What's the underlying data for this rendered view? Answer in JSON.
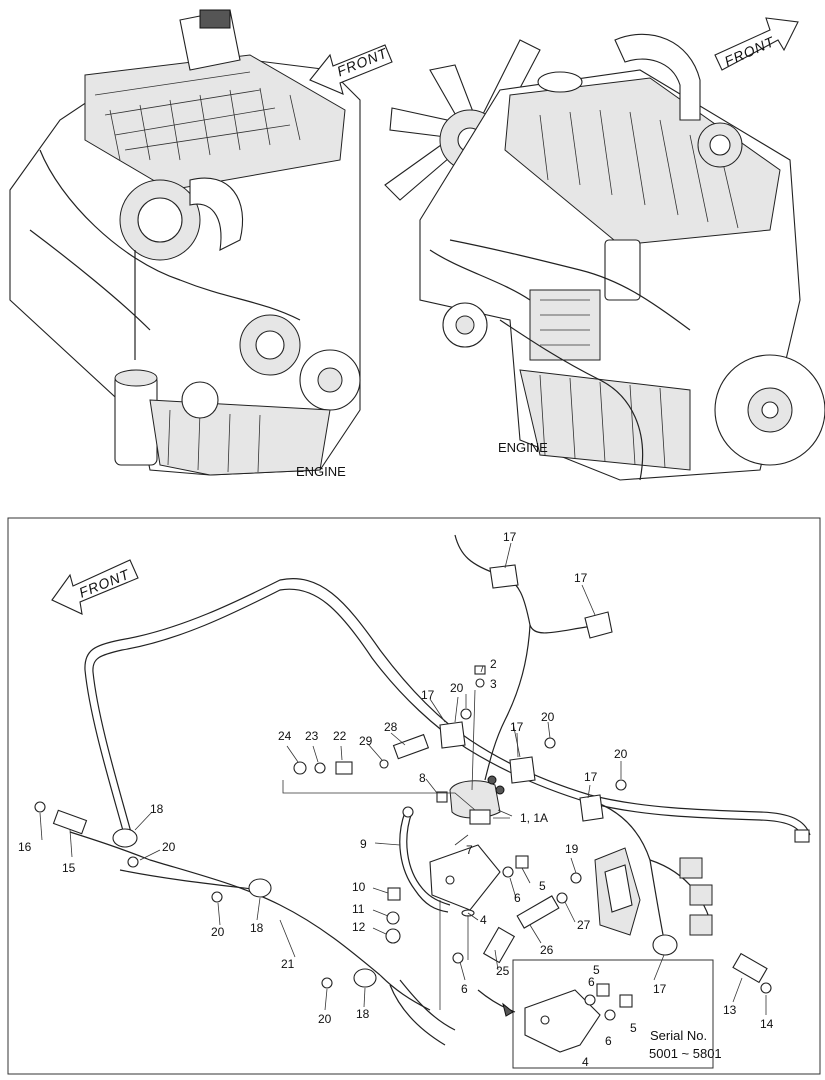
{
  "top_views": {
    "left": {
      "caption": "ENGINE",
      "arrow_label": "FRONT"
    },
    "right": {
      "caption": "ENGINE",
      "arrow_label": "FRONT"
    }
  },
  "detail": {
    "arrow_label": "FRONT",
    "serial_line1": "Serial No.",
    "serial_line2": "5001 ~ 5801",
    "callouts": [
      {
        "id": "c1",
        "text": "1, 1A"
      },
      {
        "id": "c2",
        "text": "2"
      },
      {
        "id": "c3",
        "text": "3"
      },
      {
        "id": "c4a",
        "text": "4"
      },
      {
        "id": "c4b",
        "text": "4"
      },
      {
        "id": "c5a",
        "text": "5"
      },
      {
        "id": "c5b",
        "text": "5"
      },
      {
        "id": "c5c",
        "text": "5"
      },
      {
        "id": "c6a",
        "text": "6"
      },
      {
        "id": "c6b",
        "text": "6"
      },
      {
        "id": "c6c",
        "text": "6"
      },
      {
        "id": "c6d",
        "text": "6"
      },
      {
        "id": "c7",
        "text": "7"
      },
      {
        "id": "c8",
        "text": "8"
      },
      {
        "id": "c9",
        "text": "9"
      },
      {
        "id": "c10",
        "text": "10"
      },
      {
        "id": "c11",
        "text": "11"
      },
      {
        "id": "c12",
        "text": "12"
      },
      {
        "id": "c13",
        "text": "13"
      },
      {
        "id": "c14",
        "text": "14"
      },
      {
        "id": "c15",
        "text": "15"
      },
      {
        "id": "c16",
        "text": "16"
      },
      {
        "id": "c17a",
        "text": "17"
      },
      {
        "id": "c17b",
        "text": "17"
      },
      {
        "id": "c17c",
        "text": "17"
      },
      {
        "id": "c17d",
        "text": "17"
      },
      {
        "id": "c17e",
        "text": "17"
      },
      {
        "id": "c17f",
        "text": "17"
      },
      {
        "id": "c18a",
        "text": "18"
      },
      {
        "id": "c18b",
        "text": "18"
      },
      {
        "id": "c18c",
        "text": "18"
      },
      {
        "id": "c19",
        "text": "19"
      },
      {
        "id": "c20a",
        "text": "20"
      },
      {
        "id": "c20b",
        "text": "20"
      },
      {
        "id": "c20c",
        "text": "20"
      },
      {
        "id": "c20d",
        "text": "20"
      },
      {
        "id": "c20e",
        "text": "20"
      },
      {
        "id": "c20f",
        "text": "20"
      },
      {
        "id": "c21",
        "text": "21"
      },
      {
        "id": "c22",
        "text": "22"
      },
      {
        "id": "c23",
        "text": "23"
      },
      {
        "id": "c24",
        "text": "24"
      },
      {
        "id": "c25",
        "text": "25"
      },
      {
        "id": "c26",
        "text": "26"
      },
      {
        "id": "c27",
        "text": "27"
      },
      {
        "id": "c28",
        "text": "28"
      },
      {
        "id": "c29",
        "text": "29"
      }
    ]
  }
}
